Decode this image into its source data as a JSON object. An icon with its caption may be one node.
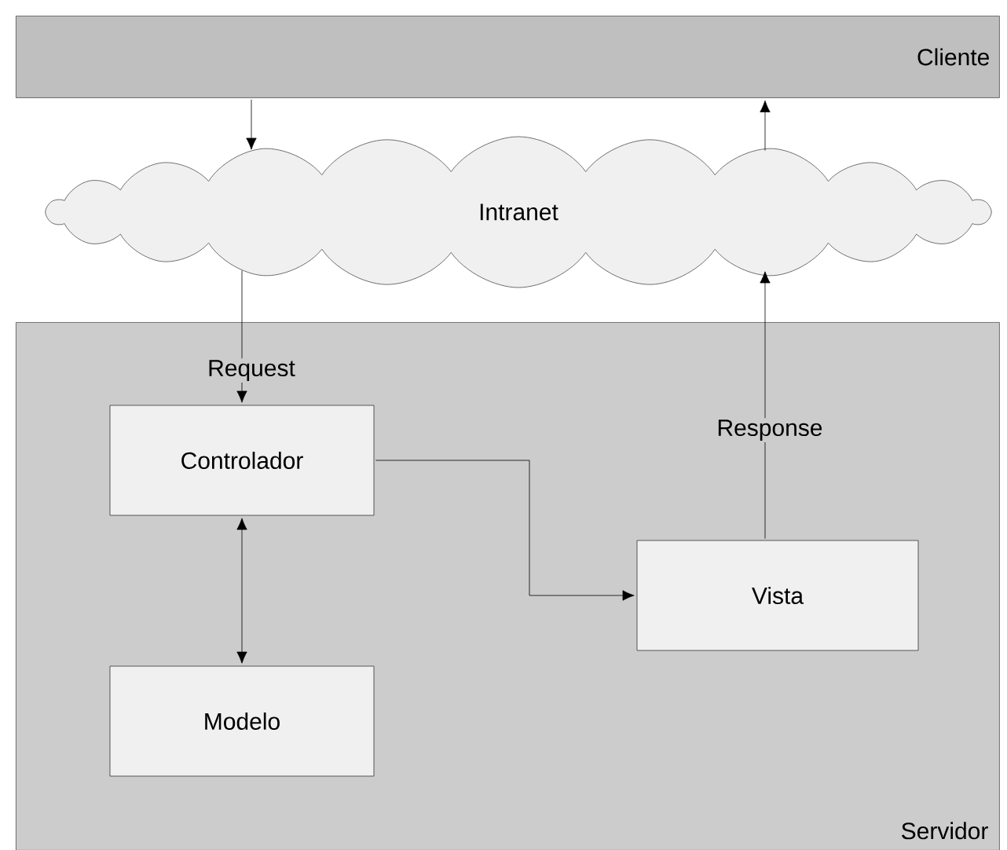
{
  "diagram": {
    "nodes": [
      {
        "text": [
          "Cliente"
        ]
      },
      {
        "text": [
          "Intranet"
        ]
      },
      {
        "text": [
          "Servidor"
        ]
      },
      {
        "text": [
          "Controlador"
        ],
        "in": 2
      },
      {
        "text": [
          "Vista"
        ],
        "in": 2
      },
      {
        "text": [
          "Modelo"
        ],
        "in": 2
      }
    ],
    "edges": [
      {
        "from": 0,
        "to": 1,
        "arrow": "to"
      },
      {
        "from": 1,
        "to": 0,
        "arrow": "to"
      },
      {
        "from": 1,
        "to": 3,
        "arrow": "to",
        "label": "Request"
      },
      {
        "from": 4,
        "to": 1,
        "arrow": "to",
        "label": "Response"
      },
      {
        "from": 3,
        "to": 4,
        "arrow": "to"
      },
      {
        "from": 3,
        "to": 5,
        "arrow": "both"
      }
    ]
  }
}
